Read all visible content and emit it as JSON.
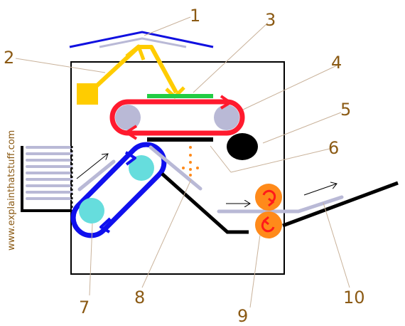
{
  "watermark": "www.explainthatstuff.com",
  "colors": {
    "label": "#8b5a14",
    "leader": "#c9b29a",
    "frame": "#000000",
    "lid": "#1010e0",
    "light_path": "#ffcc00",
    "laser_scanner": "#ffcc00",
    "glass": "#22cc44",
    "belt": "#ff1a2e",
    "belt_roller": "#b9b9d6",
    "toner": "#000000",
    "paper": "#b9b9d6",
    "drum_belt": "#1010ee",
    "drum_roller": "#66dddd",
    "fuser": "#ff8a1a",
    "fuser_arrow": "#ff1a1a",
    "arrow": "#000000"
  },
  "callouts": [
    {
      "id": "1",
      "text": "1"
    },
    {
      "id": "2",
      "text": "2"
    },
    {
      "id": "3",
      "text": "3"
    },
    {
      "id": "4",
      "text": "4"
    },
    {
      "id": "5",
      "text": "5"
    },
    {
      "id": "6",
      "text": "6"
    },
    {
      "id": "7",
      "text": "7"
    },
    {
      "id": "8",
      "text": "8"
    },
    {
      "id": "9",
      "text": "9"
    },
    {
      "id": "10",
      "text": "10"
    }
  ]
}
